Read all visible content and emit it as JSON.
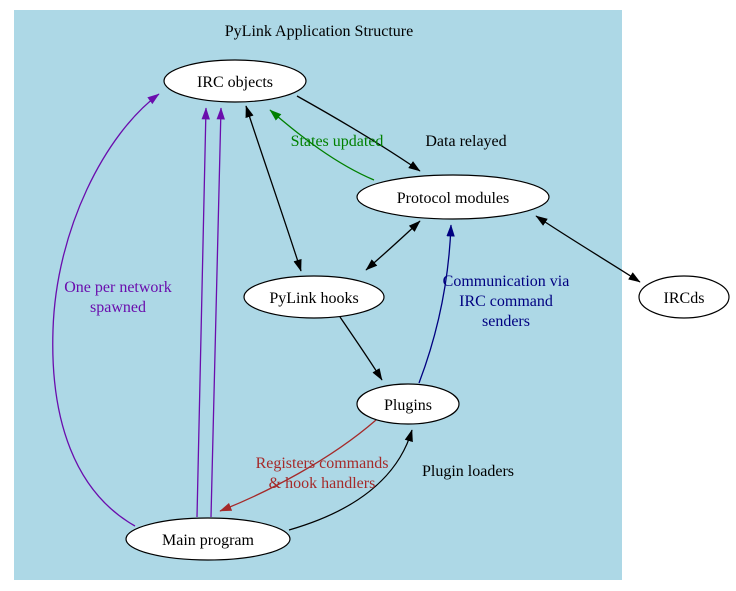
{
  "title": "PyLink Application Structure",
  "colors": {
    "canvas_background": "#add8e6",
    "node_fill": "#ffffff",
    "node_border": "#000000",
    "edge_default": "#000000",
    "edge_states_updated": "#008000",
    "edge_spawn": "#6a0dad",
    "edge_communication": "#000080",
    "edge_registers": "#a52a2a"
  },
  "nodes": [
    {
      "id": "irc-objects",
      "label": "IRC objects"
    },
    {
      "id": "protocol-modules",
      "label": "Protocol modules"
    },
    {
      "id": "pylink-hooks",
      "label": "PyLink hooks"
    },
    {
      "id": "plugins",
      "label": "Plugins"
    },
    {
      "id": "main-program",
      "label": "Main program"
    },
    {
      "id": "ircds",
      "label": "IRCds"
    }
  ],
  "edges": [
    {
      "id": "irc-to-protocol",
      "from": "IRC objects",
      "to": "Protocol modules",
      "color": "#000000",
      "bidirectional": false,
      "label_lines": [
        "Data relayed"
      ]
    },
    {
      "id": "protocol-to-irc",
      "from": "Protocol modules",
      "to": "IRC objects",
      "color": "#008000",
      "bidirectional": false,
      "label_lines": [
        "States updated"
      ]
    },
    {
      "id": "irc-hooks",
      "from": "IRC objects",
      "to": "PyLink hooks",
      "color": "#000000",
      "bidirectional": true,
      "label_lines": []
    },
    {
      "id": "protocol-hooks",
      "from": "Protocol modules",
      "to": "PyLink hooks",
      "color": "#000000",
      "bidirectional": true,
      "label_lines": []
    },
    {
      "id": "hooks-to-plugins",
      "from": "PyLink hooks",
      "to": "Plugins",
      "color": "#000000",
      "bidirectional": false,
      "label_lines": []
    },
    {
      "id": "plugins-to-protocol",
      "from": "Plugins",
      "to": "Protocol modules",
      "color": "#000080",
      "bidirectional": false,
      "label_lines": [
        "Communication via",
        "IRC command",
        "senders"
      ]
    },
    {
      "id": "protocol-ircds",
      "from": "Protocol modules",
      "to": "IRCds",
      "color": "#000000",
      "bidirectional": true,
      "label_lines": []
    },
    {
      "id": "main-to-irc-curve",
      "from": "Main program",
      "to": "IRC objects",
      "color": "#6a0dad",
      "bidirectional": false,
      "label_lines": [
        "One per network",
        "spawned"
      ]
    },
    {
      "id": "main-to-irc-2",
      "from": "Main program",
      "to": "IRC objects",
      "color": "#6a0dad",
      "bidirectional": false,
      "label_lines": []
    },
    {
      "id": "main-to-irc-3",
      "from": "Main program",
      "to": "IRC objects",
      "color": "#6a0dad",
      "bidirectional": false,
      "label_lines": []
    },
    {
      "id": "plugins-to-main",
      "from": "Plugins",
      "to": "Main program",
      "color": "#a52a2a",
      "bidirectional": false,
      "label_lines": [
        "Registers commands",
        "& hook handlers"
      ]
    },
    {
      "id": "main-to-plugins",
      "from": "Main program",
      "to": "Plugins",
      "color": "#000000",
      "bidirectional": false,
      "label_lines": [
        "Plugin loaders"
      ]
    }
  ]
}
